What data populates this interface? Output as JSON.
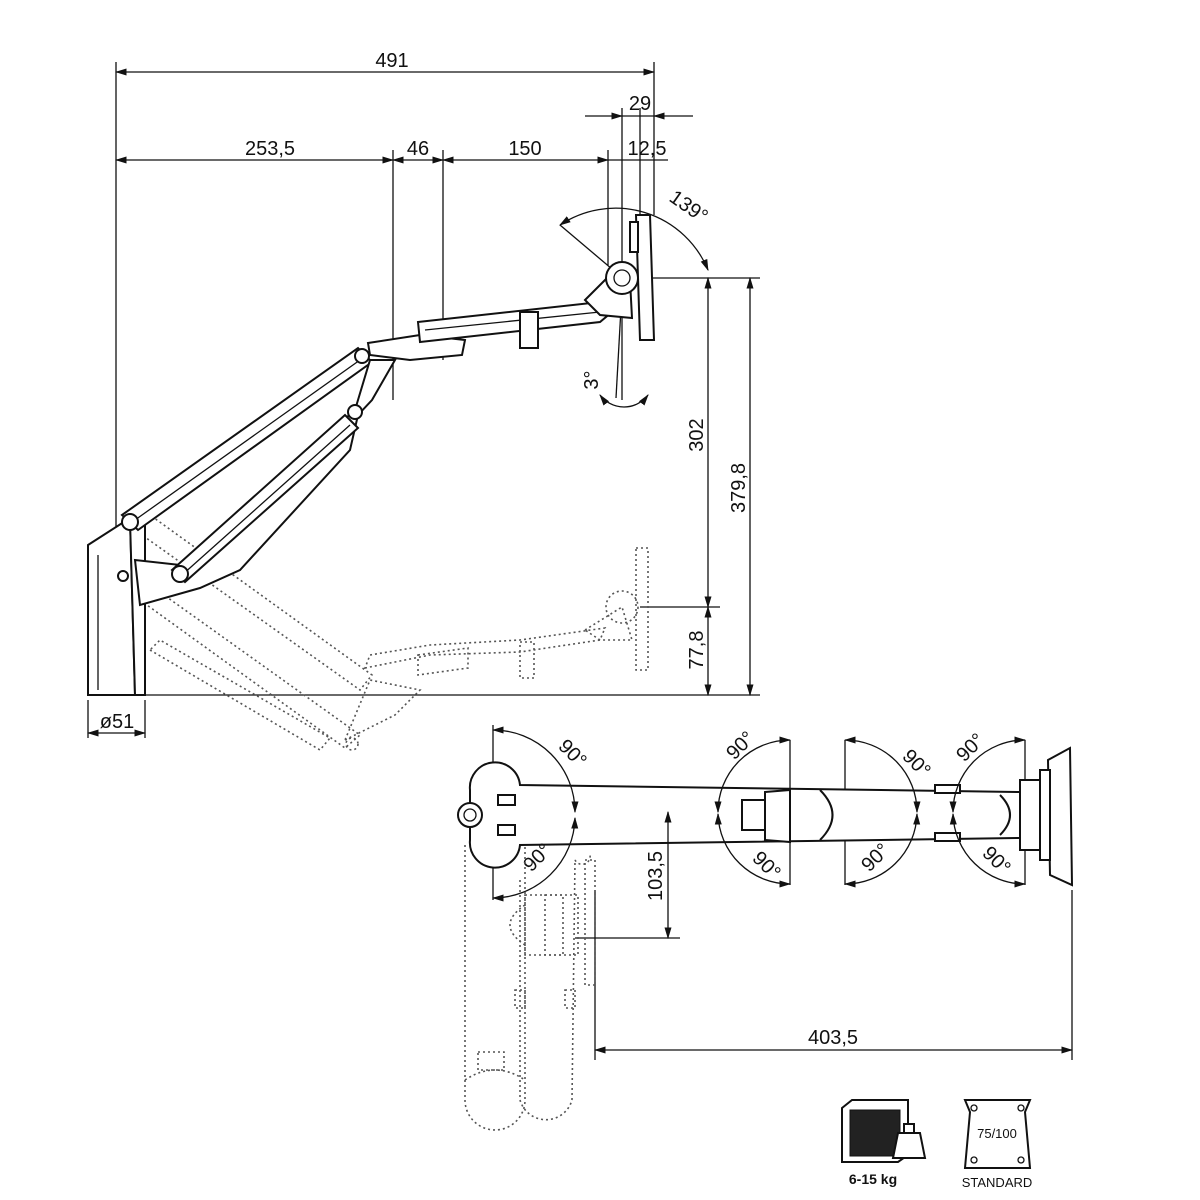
{
  "side_view": {
    "dim_total_width": "491",
    "dim_base_offset": "253,5",
    "dim_joint_gap": "46",
    "dim_forearm": "150",
    "dim_head_depth": "29",
    "dim_head_offset": "12,5",
    "dim_tilt_angle": "139°",
    "dim_small_angle": "3°",
    "dim_lift_range": "302",
    "dim_max_height": "379,8",
    "dim_low_height": "77,8",
    "dim_base_diameter": "ø51"
  },
  "top_view": {
    "angles": [
      "90°",
      "90°",
      "90°",
      "90°",
      "90°",
      "90°",
      "90°",
      "90°"
    ],
    "dim_offset": "103,5",
    "dim_reach": "403,5"
  },
  "badges": {
    "weight_label": "6-15 kg",
    "vesa_label": "75/100",
    "vesa_caption": "STANDARD"
  }
}
